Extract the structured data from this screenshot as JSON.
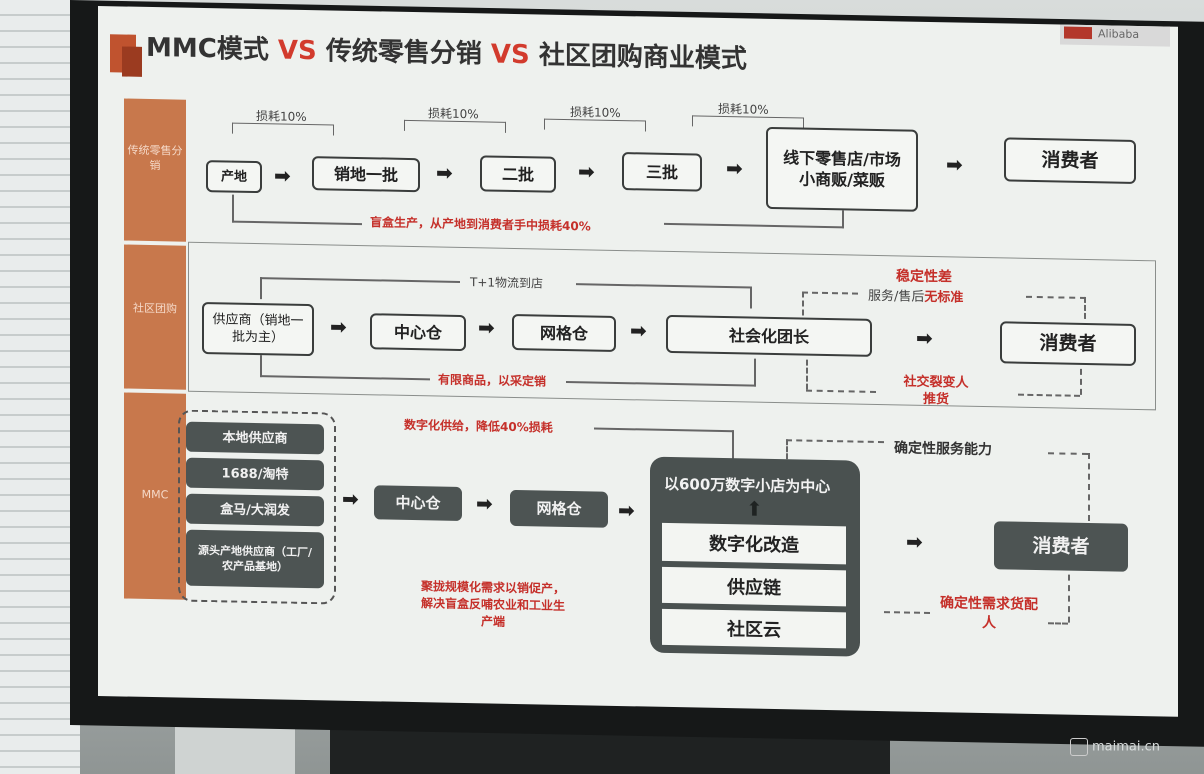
{
  "title": {
    "part1": "MMC模式",
    "vs1": "VS",
    "part2": "传统零售分销",
    "vs2": "VS",
    "part3": "社区团购商业模式"
  },
  "corner": "Alibaba",
  "sidebar": {
    "row1": "传统零售分销",
    "row2": "社区团购",
    "row3": "MMC"
  },
  "row1": {
    "nodes": [
      "产地",
      "销地一批",
      "二批",
      "三批",
      "线下零售店/市场小商贩/菜贩",
      "消费者"
    ],
    "losses": [
      "损耗10%",
      "损耗10%",
      "损耗10%",
      "损耗10%"
    ],
    "bottom_note": "盲盒生产，从产地到消费者手中损耗40%"
  },
  "row2": {
    "nodes": [
      "供应商（销地一批为主）",
      "中心仓",
      "网格仓",
      "社会化团长",
      "消费者"
    ],
    "top_note": "T+1物流到店",
    "bottom_note": "有限商品，以采定销",
    "right_top_red": "稳定性差",
    "right_top": "服务/售后",
    "right_top_red2": "无标准",
    "right_bottom": "社交裂变人推货"
  },
  "row3": {
    "suppliers": [
      "本地供应商",
      "1688/淘特",
      "盒马/大润发",
      "源头产地供应商（工厂/农产品基地）"
    ],
    "nodes": [
      "中心仓",
      "网格仓",
      "消费者"
    ],
    "hub_title": "以600万数字小店为中心",
    "hub_items": [
      "数字化改造",
      "供应链",
      "社区云"
    ],
    "top_note": "数字化供给，降低40%损耗",
    "right_top": "确定性服务能力",
    "right_bottom": "确定性需求货配人",
    "bottom_note": "聚拢规模化需求以销促产，解决盲盒反哺农业和工业生产端"
  },
  "watermark": "maimai.cn"
}
